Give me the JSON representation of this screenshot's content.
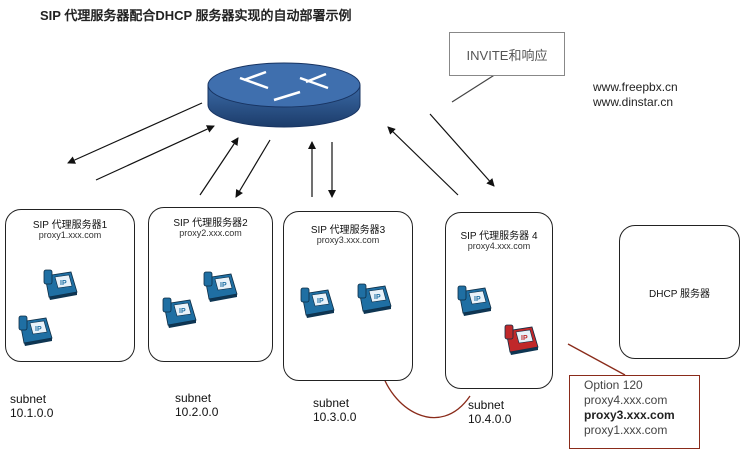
{
  "title": "SIP 代理服务器配合DHCP 服务器实现的自动部署示例",
  "callout": "INVITE和响应",
  "websites": [
    "www.freepbx.cn",
    "www.dinstar.cn"
  ],
  "servers": [
    {
      "name": "SIP 代理服务器1",
      "host": "proxy1.xxx.com",
      "subnet_label": "subnet",
      "subnet": "10.1.0.0"
    },
    {
      "name": "SIP 代理服务器2",
      "host": "proxy2.xxx.com",
      "subnet_label": "subnet",
      "subnet": "10.2.0.0"
    },
    {
      "name": "SIP 代理服务器3",
      "host": "proxy3.xxx.com",
      "subnet_label": "subnet",
      "subnet": "10.3.0.0"
    },
    {
      "name": "SIP 代理服务器 4",
      "host": "proxy4.xxx.com",
      "subnet_label": "subnet",
      "subnet": "10.4.0.0"
    }
  ],
  "dhcp": "DHCP 服务器",
  "phone_label": "IP",
  "option": {
    "title": "Option 120",
    "entries": [
      "proxy4.xxx.com",
      "proxy3.xxx.com",
      "proxy1.xxx.com"
    ]
  },
  "colors": {
    "phone": "#1f6fa3",
    "phone_highlight": "#c0282a",
    "router": "#2a4f86",
    "curve": "#8a2b1a"
  }
}
